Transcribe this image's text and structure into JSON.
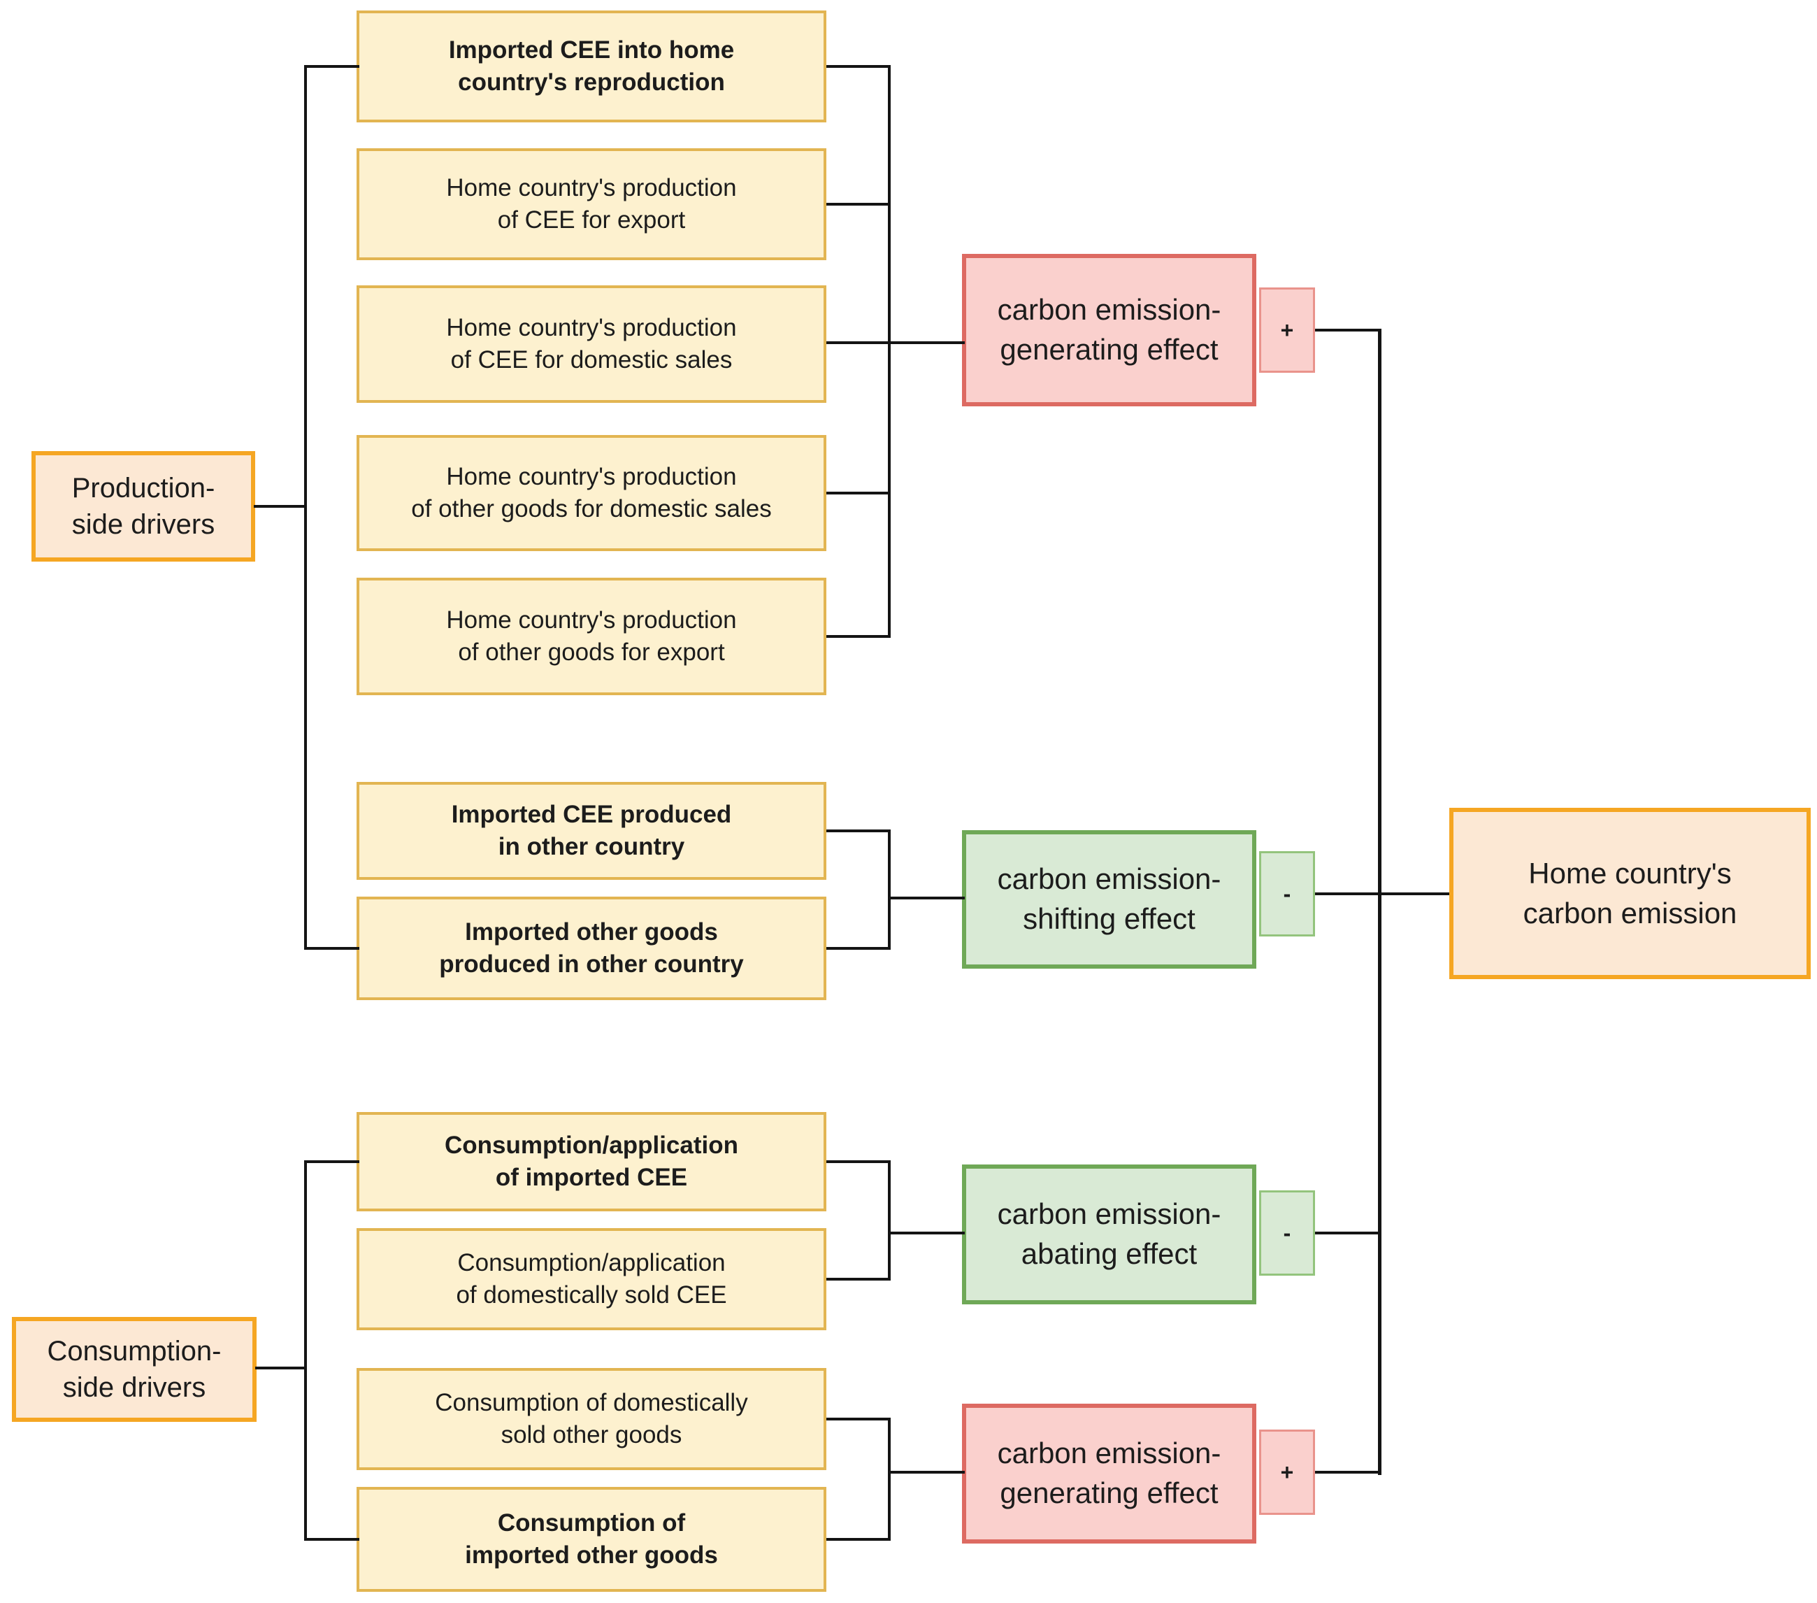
{
  "colors": {
    "factor_fill": "#FDF1CF",
    "factor_border": "#E2B552",
    "driver_fill": "#FCE8D4",
    "driver_border": "#F5A623",
    "red_fill": "#FAD0CD",
    "red_border": "#DD6A62",
    "green_fill": "#D9EAD5",
    "green_border": "#6FA857",
    "connector": "#141414"
  },
  "drivers": [
    {
      "line1": "Production-",
      "line2": "side drivers"
    },
    {
      "line1": "Consumption-",
      "line2": "side drivers"
    }
  ],
  "factors": [
    {
      "line1": "Imported CEE into home",
      "line2": "country's reproduction"
    },
    {
      "line1": "Home country's production",
      "line2": "of CEE for export"
    },
    {
      "line1": "Home country's production",
      "line2": "of CEE for domestic sales"
    },
    {
      "line1": "Home country's production",
      "line2": "of other goods for domestic sales"
    },
    {
      "line1": "Home country's production",
      "line2": "of other goods for export"
    },
    {
      "line1": "Imported CEE produced",
      "line2": "in other country"
    },
    {
      "line1": "Imported other goods",
      "line2": "produced in other country"
    },
    {
      "line1": "Consumption/application",
      "line2": "of imported CEE"
    },
    {
      "line1": "Consumption/application",
      "line2": "of domestically sold CEE"
    },
    {
      "line1": "Consumption of domestically",
      "line2": "sold other goods"
    },
    {
      "line1": "Consumption of",
      "line2": "imported other goods"
    }
  ],
  "effects": [
    {
      "line1": "carbon emission-",
      "line2": "generating effect",
      "sign": "+"
    },
    {
      "line1": "carbon emission-",
      "line2": "shifting effect",
      "sign": "-"
    },
    {
      "line1": "carbon emission-",
      "line2": "abating effect",
      "sign": "-"
    },
    {
      "line1": "carbon emission-",
      "line2": "generating effect",
      "sign": "+"
    }
  ],
  "outcome": {
    "line1": "Home country's",
    "line2": "carbon emission"
  }
}
